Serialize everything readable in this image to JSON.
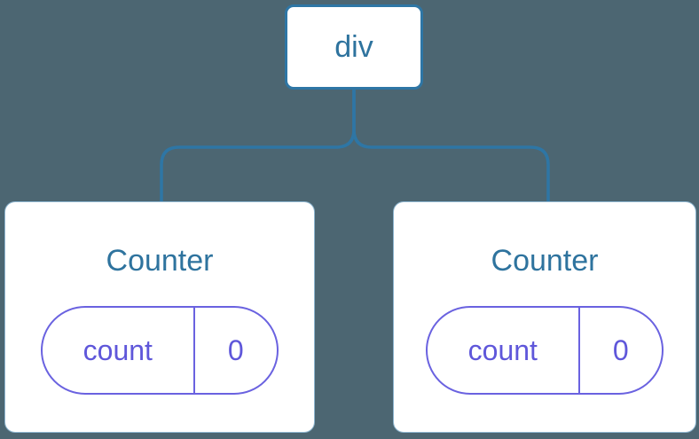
{
  "diagram": {
    "description": "component-tree",
    "root": {
      "label": "div"
    },
    "children": [
      {
        "title": "Counter",
        "state": {
          "name": "count",
          "value": "0"
        }
      },
      {
        "title": "Counter",
        "state": {
          "name": "count",
          "value": "0"
        }
      }
    ],
    "colors": {
      "background": "#4c6672",
      "card_fill": "#ffffff",
      "node_border": "#2e76a5",
      "connector": "#2e76a5",
      "title_text": "#2e739e",
      "state_accent": "#6a62e0",
      "state_text": "#5f57da"
    }
  }
}
